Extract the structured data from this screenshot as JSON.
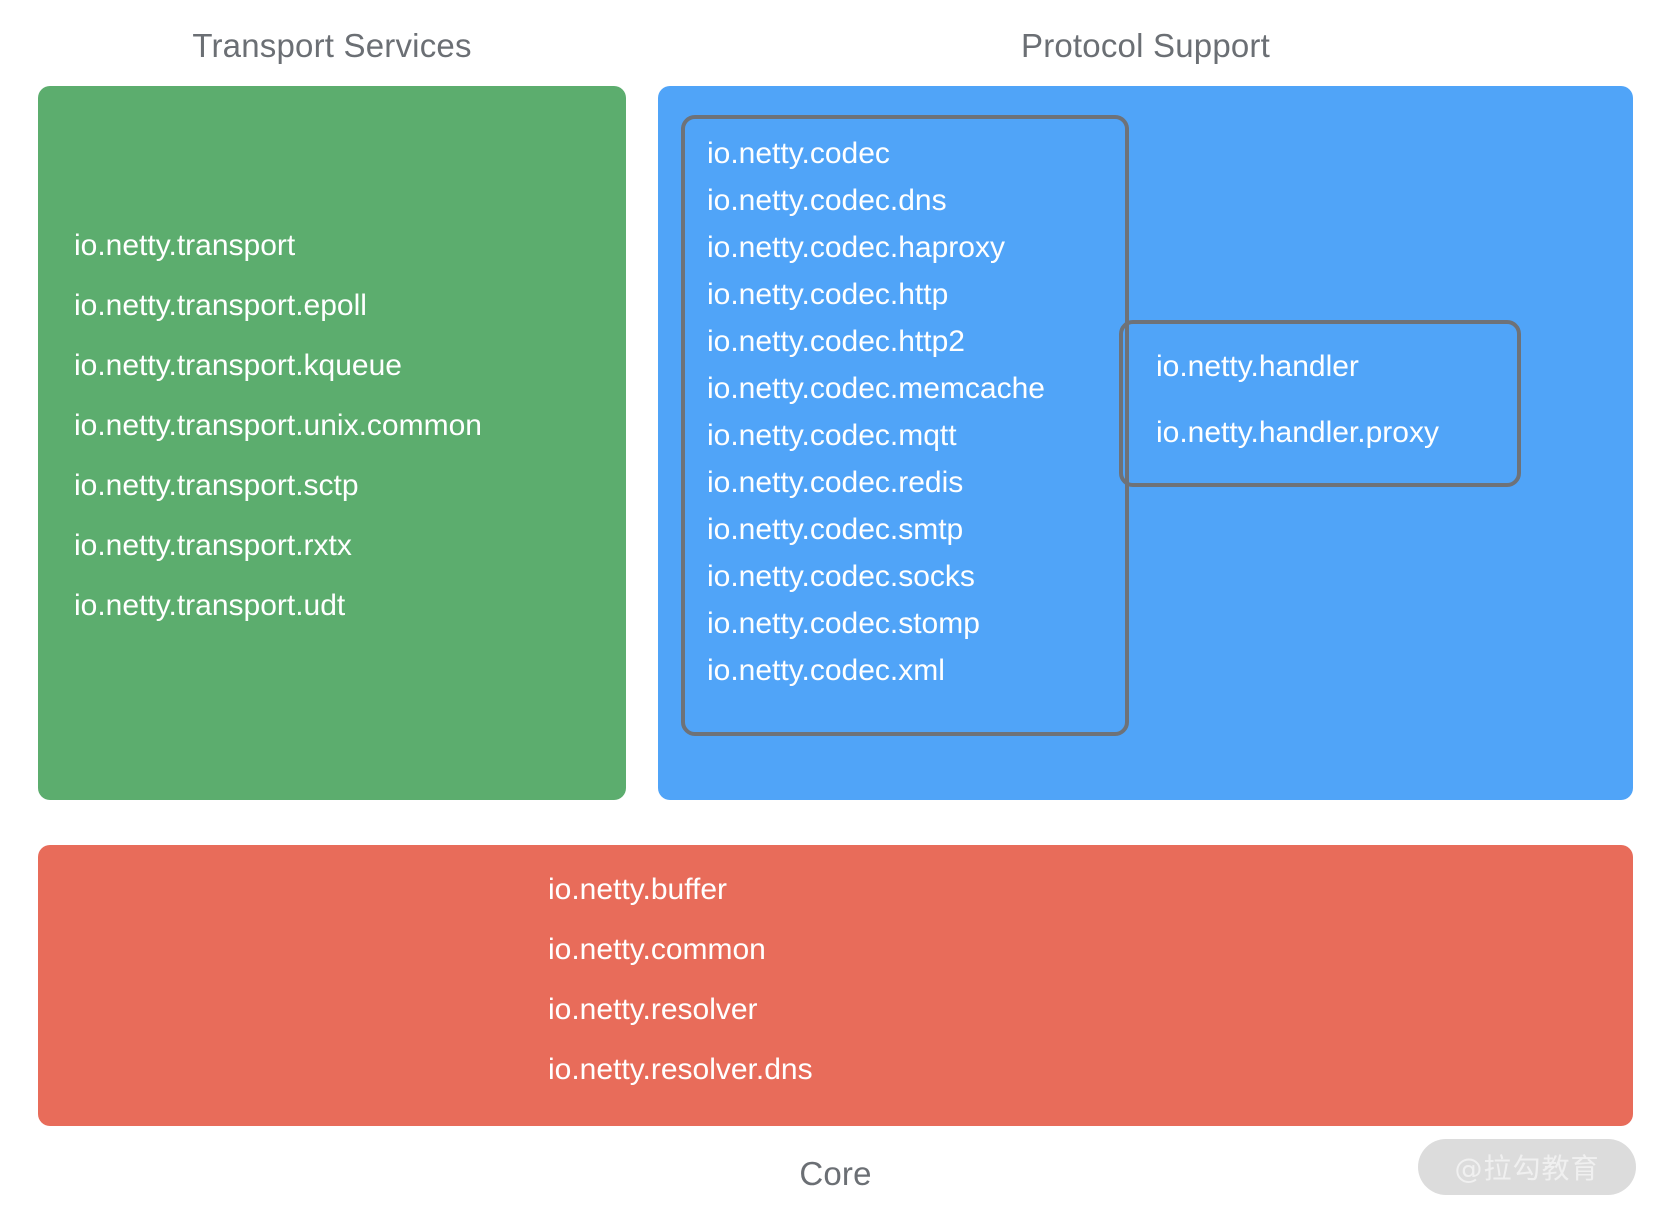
{
  "sections": {
    "transport": {
      "title": "Transport Services",
      "color": "#5cad6e",
      "packages": [
        "io.netty.transport",
        "io.netty.transport.epoll",
        "io.netty.transport.kqueue",
        "io.netty.transport.unix.common",
        "io.netty.transport.sctp",
        "io.netty.transport.rxtx",
        "io.netty.transport.udt"
      ]
    },
    "protocol": {
      "title": "Protocol Support",
      "color": "#50a4f8",
      "codec_group": {
        "border_color": "#6e7278",
        "packages": [
          "io.netty.codec",
          "io.netty.codec.dns",
          "io.netty.codec.haproxy",
          "io.netty.codec.http",
          "io.netty.codec.http2",
          "io.netty.codec.memcache",
          "io.netty.codec.mqtt",
          "io.netty.codec.redis",
          "io.netty.codec.smtp",
          "io.netty.codec.socks",
          "io.netty.codec.stomp",
          "io.netty.codec.xml"
        ]
      },
      "handler_group": {
        "border_color": "#6e7278",
        "packages": [
          "io.netty.handler",
          "io.netty.handler.proxy"
        ]
      }
    },
    "core": {
      "title": "Core",
      "color": "#e86c5a",
      "packages": [
        "io.netty.buffer",
        "io.netty.common",
        "io.netty.resolver",
        "io.netty.resolver.dns"
      ]
    }
  },
  "watermark": {
    "text": "@拉勾教育"
  }
}
